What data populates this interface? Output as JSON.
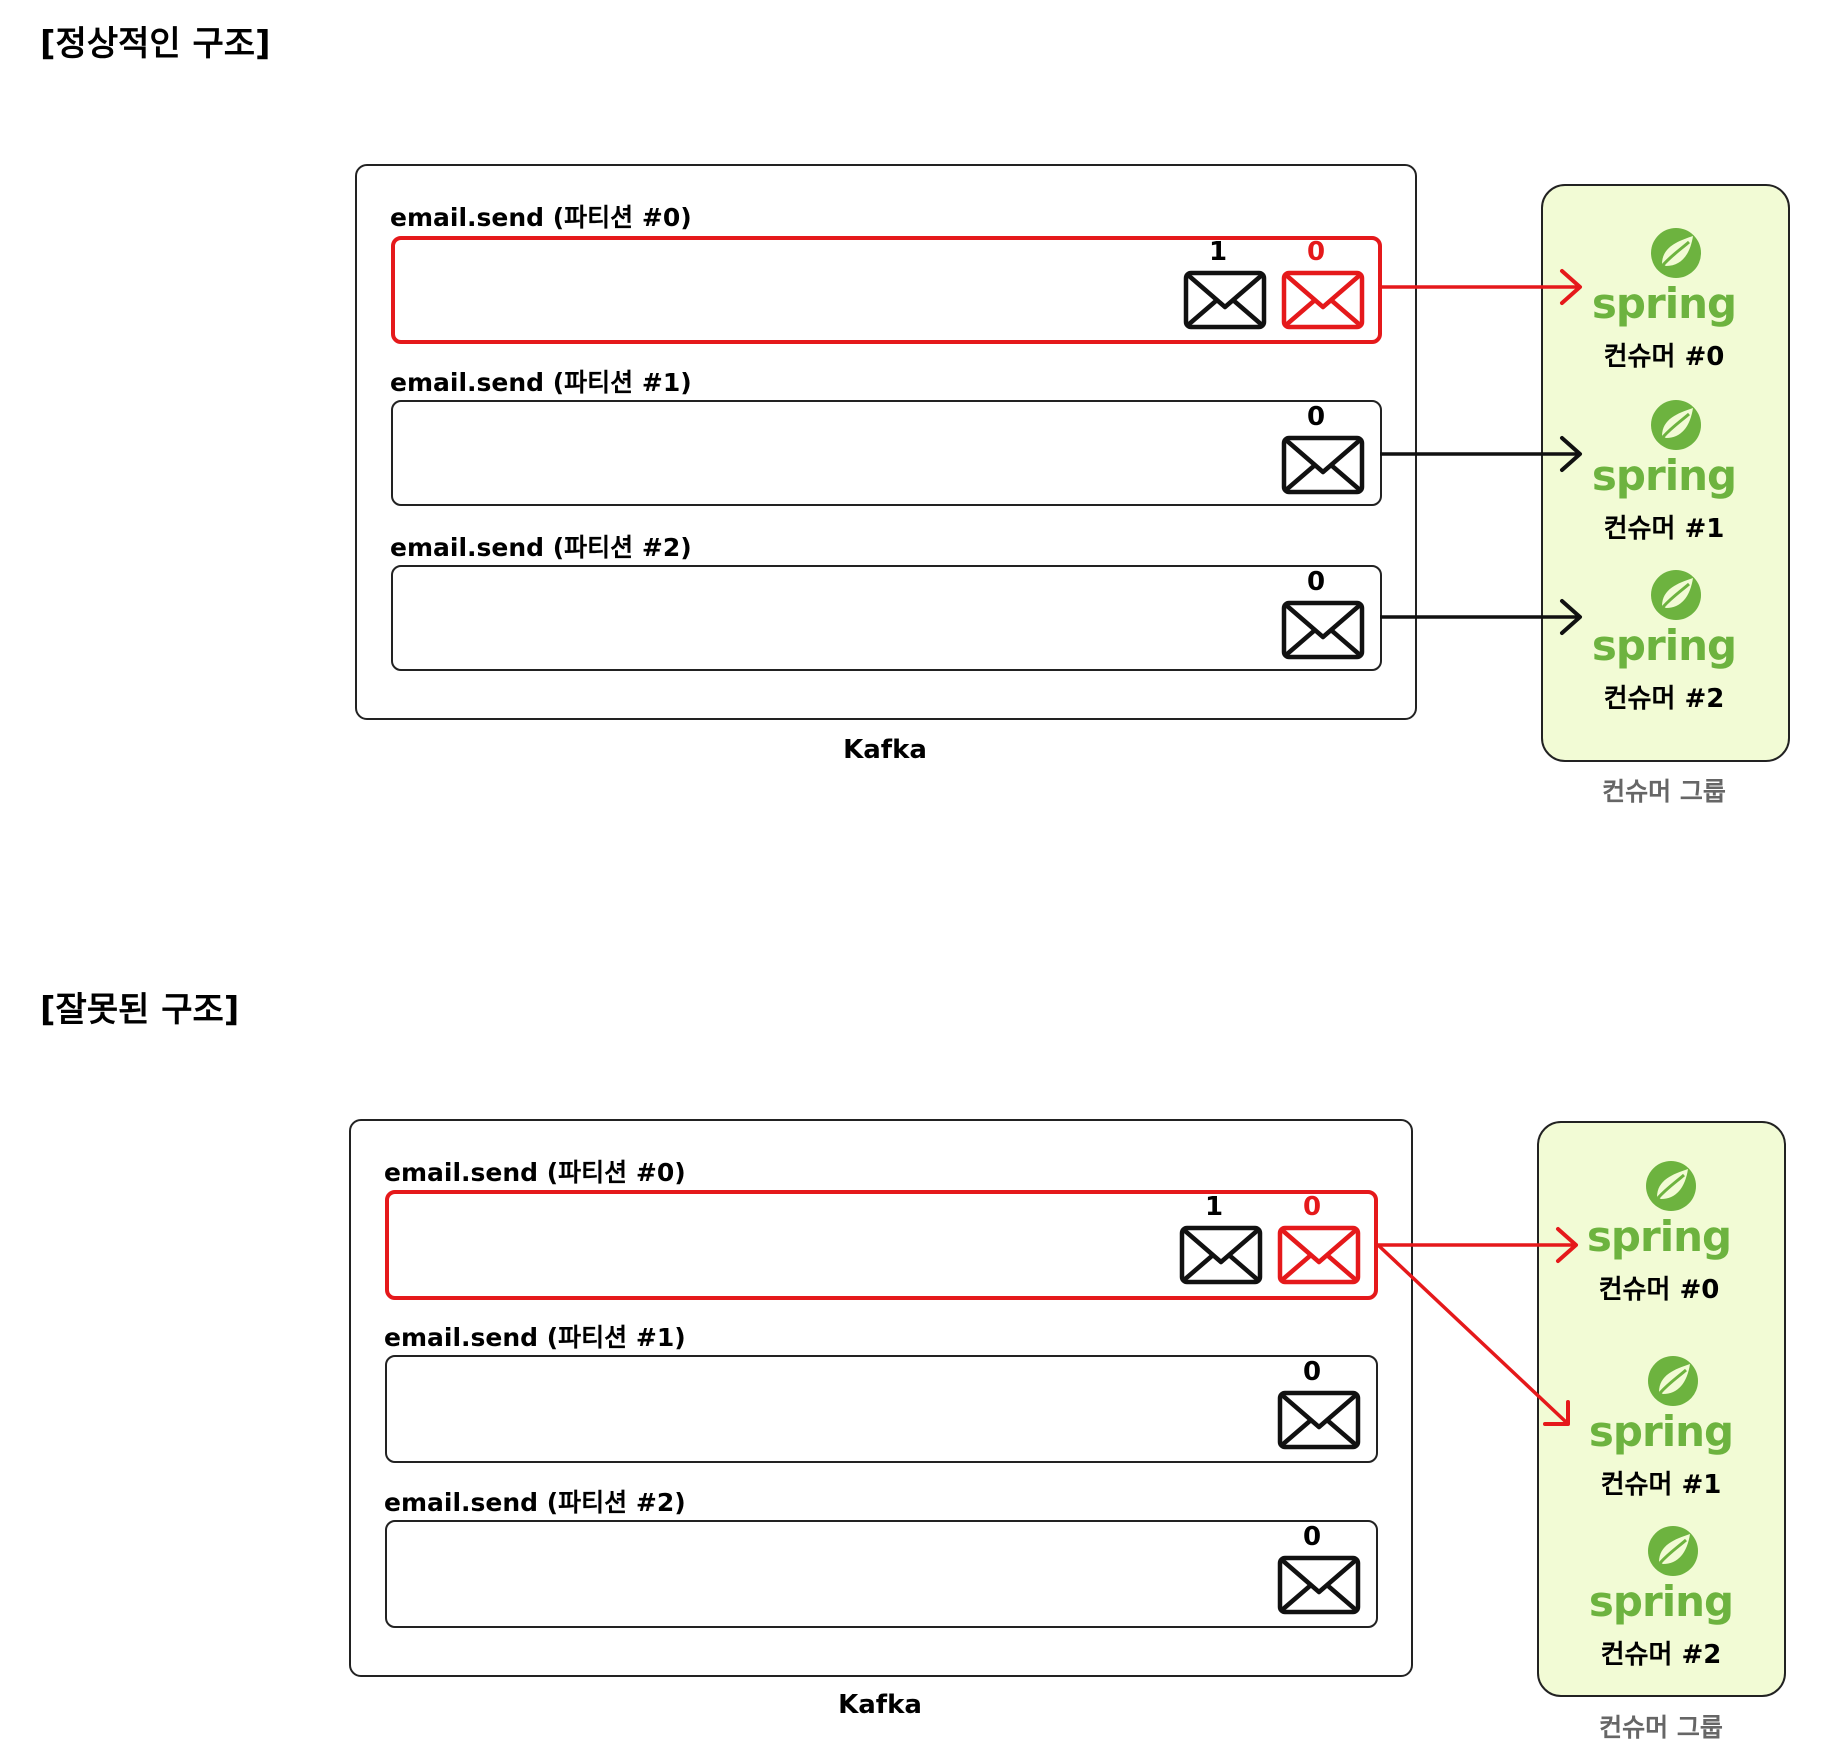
{
  "sections": [
    {
      "title": "[정상적인 구조]",
      "kafka_label": "Kafka",
      "group_label": "컨슈머 그룹",
      "partitions": [
        {
          "label": "email.send (파티션 #0)",
          "messages": [
            {
              "num": "1",
              "color": "#000000"
            },
            {
              "num": "0",
              "color": "#e5191b"
            }
          ]
        },
        {
          "label": "email.send (파티션 #1)",
          "messages": [
            {
              "num": "0",
              "color": "#000000"
            }
          ]
        },
        {
          "label": "email.send (파티션 #2)",
          "messages": [
            {
              "num": "0",
              "color": "#000000"
            }
          ]
        }
      ],
      "consumers": [
        {
          "brand": "spring",
          "name": "컨슈머 #0"
        },
        {
          "brand": "spring",
          "name": "컨슈머 #1"
        },
        {
          "brand": "spring",
          "name": "컨슈머 #2"
        }
      ]
    },
    {
      "title": "[잘못된 구조]",
      "kafka_label": "Kafka",
      "group_label": "컨슈머 그룹",
      "partitions": [
        {
          "label": "email.send (파티션 #0)",
          "messages": [
            {
              "num": "1",
              "color": "#000000"
            },
            {
              "num": "0",
              "color": "#e5191b"
            }
          ]
        },
        {
          "label": "email.send (파티션 #1)",
          "messages": [
            {
              "num": "0",
              "color": "#000000"
            }
          ]
        },
        {
          "label": "email.send (파티션 #2)",
          "messages": [
            {
              "num": "0",
              "color": "#000000"
            }
          ]
        }
      ],
      "consumers": [
        {
          "brand": "spring",
          "name": "컨슈머 #0"
        },
        {
          "brand": "spring",
          "name": "컨슈머 #1"
        },
        {
          "brand": "spring",
          "name": "컨슈머 #2"
        }
      ]
    }
  ],
  "colors": {
    "accent_red": "#e5191b",
    "spring_green": "#6db33f",
    "group_bg": "#f2fbd5"
  }
}
